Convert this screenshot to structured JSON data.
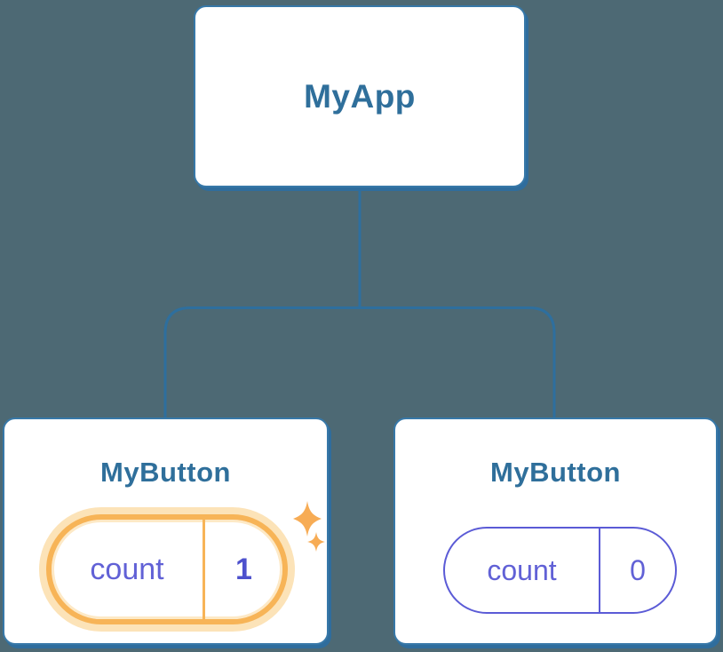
{
  "diagram": {
    "type": "component-tree",
    "background_color": "#4d6974",
    "root": {
      "label": "MyApp"
    },
    "children": [
      {
        "label": "MyButton",
        "state_name": "count",
        "state_value": "1",
        "highlighted": true,
        "icon": "sparkles-icon"
      },
      {
        "label": "MyButton",
        "state_name": "count",
        "state_value": "0",
        "highlighted": false
      }
    ],
    "colors": {
      "node_fill": "#ffffff",
      "node_border": "#3778a8",
      "node_shadow": "#2f6d9d",
      "node_text": "#2f6f9b",
      "connector": "#2e6f9e",
      "state_text": "#6161d6",
      "state_border": "#5b5bd6",
      "state_value_highlighted": "#4d51cd",
      "highlight_orange": "#f7b457",
      "highlight_halo": "#fce3b8",
      "sparkle": "#f7ac55"
    }
  }
}
